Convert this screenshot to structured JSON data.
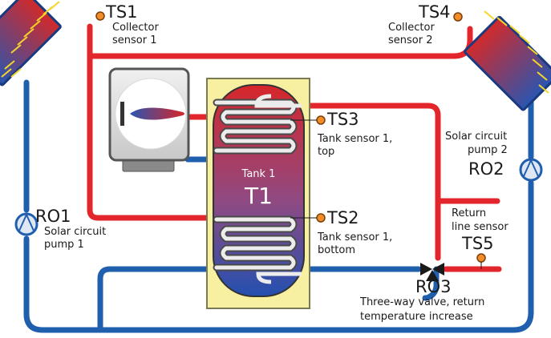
{
  "tank": {
    "label": "Tank 1",
    "code": "T1"
  },
  "components": {
    "ts1": {
      "code": "TS1",
      "desc_l1": "Collector",
      "desc_l2": "sensor 1"
    },
    "ts4": {
      "code": "TS4",
      "desc_l1": "Collector",
      "desc_l2": "sensor 2"
    },
    "ts3": {
      "code": "TS3",
      "desc_l1": "Tank sensor 1,",
      "desc_l2": "top"
    },
    "ts2": {
      "code": "TS2",
      "desc_l1": "Tank sensor 1,",
      "desc_l2": "bottom"
    },
    "ts5": {
      "code": "TS5"
    },
    "ro1": {
      "code": "RO1",
      "desc_l1": "Solar circuit",
      "desc_l2": "pump 1"
    },
    "ro2": {
      "code": "RO2",
      "desc_l1": "Solar circuit",
      "desc_l2": "pump 2"
    },
    "ro3": {
      "code": "RO3",
      "desc_l1": "Three-way valve, return",
      "desc_l2": "temperature increase"
    },
    "return_sensor": {
      "desc_l1": "Return",
      "desc_l2": "line sensor"
    }
  },
  "colors": {
    "hot_pipe": "#e3262b",
    "cold_pipe": "#1f5fad",
    "tank_frame": "#f7f0a0",
    "sensor": "#f28c28"
  }
}
